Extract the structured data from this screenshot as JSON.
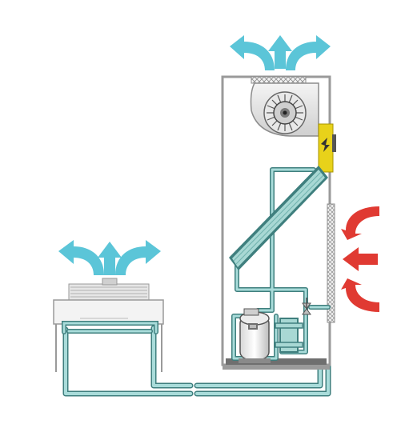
{
  "colors": {
    "outflow_arrow": "#5bc5d8",
    "inflow_arrow": "#e03a32",
    "pipe": "#8fcfcd",
    "pipe_stroke": "#3f7f7e",
    "cabinet_frame": "#9a9a9a",
    "cabinet_base": "#6f6f6f",
    "coil_fill": "#a8d8d4",
    "electric_box": "#e8d21a",
    "filter": "#d9d9d9"
  },
  "icons": {
    "hazard": "lightning-bolt"
  },
  "components": [
    "outdoor-condenser",
    "indoor-cabinet",
    "blower-fan",
    "electric-box",
    "evaporator-coil",
    "air-filter",
    "compressor",
    "filter-drier",
    "expansion-valve"
  ]
}
